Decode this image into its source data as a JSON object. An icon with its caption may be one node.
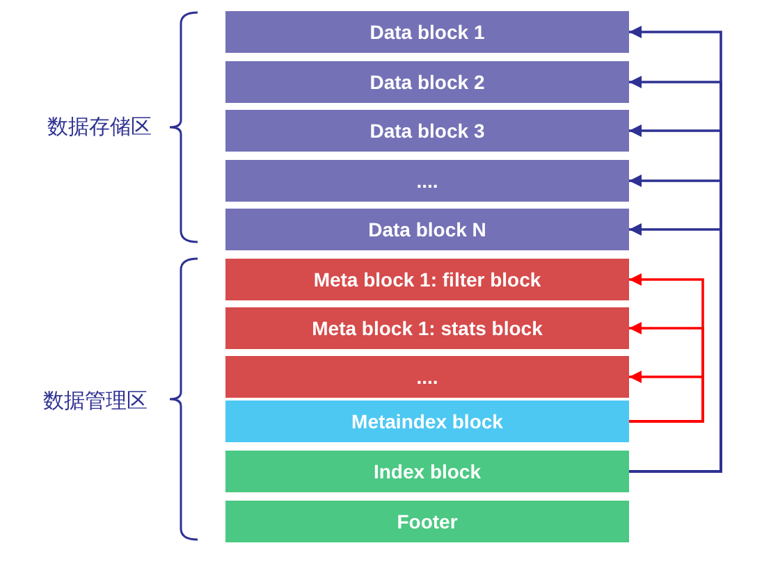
{
  "diagram": {
    "nodes": [
      {
        "text": [
          "Data block 1"
        ]
      },
      {
        "text": [
          "Data block 2"
        ]
      },
      {
        "text": [
          "Data block 3"
        ]
      },
      {
        "text": [
          "...."
        ]
      },
      {
        "text": [
          "Data block N"
        ]
      },
      {
        "text": [
          "Meta block 1: filter block"
        ]
      },
      {
        "text": [
          "Meta block 1: stats block"
        ]
      },
      {
        "text": [
          "...."
        ]
      },
      {
        "text": [
          "Metaindex block"
        ]
      },
      {
        "text": [
          "Index block"
        ]
      },
      {
        "text": [
          "Footer"
        ]
      }
    ],
    "edges": [
      {
        "from": 9,
        "to": 0,
        "arrow": "to",
        "color": "#2e3192"
      },
      {
        "from": 9,
        "to": 1,
        "arrow": "to",
        "color": "#2e3192"
      },
      {
        "from": 9,
        "to": 2,
        "arrow": "to",
        "color": "#2e3192"
      },
      {
        "from": 9,
        "to": 3,
        "arrow": "to",
        "color": "#2e3192"
      },
      {
        "from": 9,
        "to": 4,
        "arrow": "to",
        "color": "#2e3192"
      },
      {
        "from": 8,
        "to": 5,
        "arrow": "to",
        "color": "#ff0000"
      },
      {
        "from": 8,
        "to": 6,
        "arrow": "to",
        "color": "#ff0000"
      },
      {
        "from": 8,
        "to": 7,
        "arrow": "to",
        "color": "#ff0000"
      }
    ],
    "labels": [
      "数据存储区",
      "数据管理区"
    ]
  }
}
